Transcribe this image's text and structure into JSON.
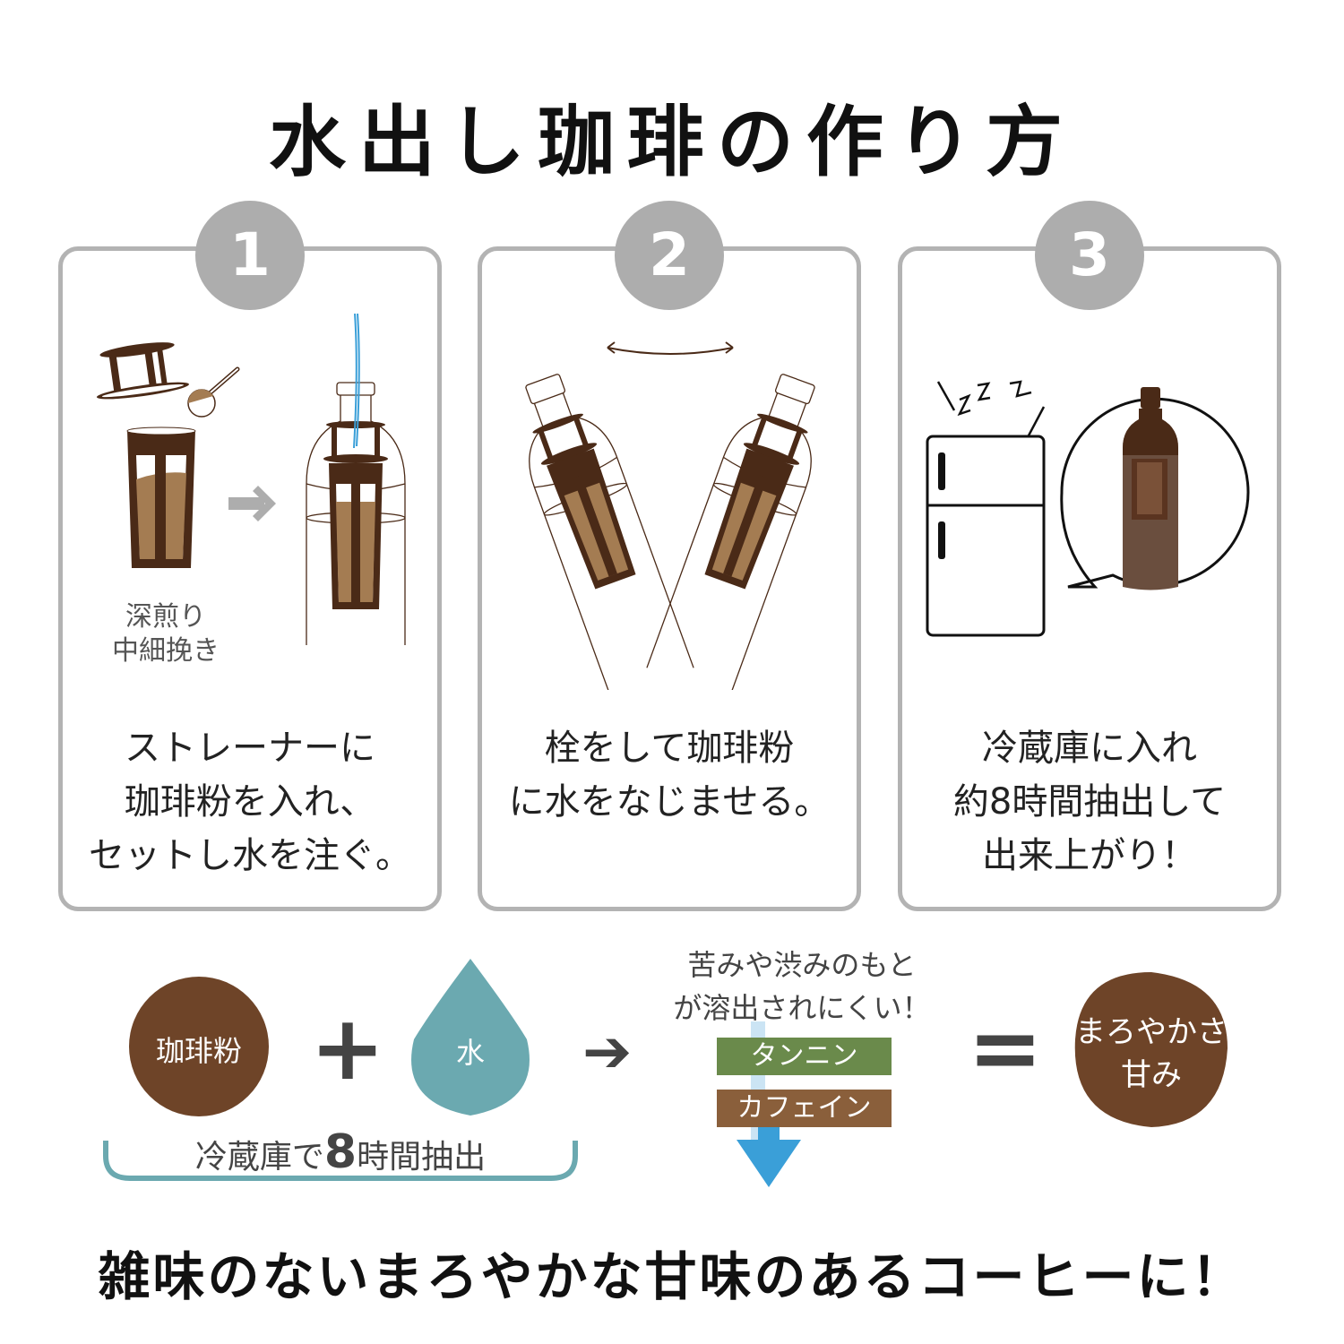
{
  "title": "水出し珈琲の作り方",
  "steps": [
    {
      "number": "1",
      "sub_label_line1": "深煎り",
      "sub_label_line2": "中細挽き",
      "caption_line1": "ストレーナーに",
      "caption_line2": "珈琲粉を入れ、",
      "caption_line3": "セットし水を注ぐ。"
    },
    {
      "number": "2",
      "caption_line1": "栓をして珈琲粉",
      "caption_line2": "に水をなじませる。"
    },
    {
      "number": "3",
      "caption_line1": "冷蔵庫に入れ",
      "caption_line2": "約8時間抽出して",
      "caption_line3": "出来上がり！"
    }
  ],
  "formula": {
    "coffee": "珈琲粉",
    "plus": "+",
    "water": "水",
    "arrow": "➔",
    "note_line1": "苦みや渋みのもと",
    "note_line2": "が溶出されにくい！",
    "tag_tannin": "タンニン",
    "tag_caffeine": "カフェイン",
    "equals": "=",
    "result_line1": "まろやかさ",
    "result_line2": "甘み",
    "extract_prefix": "冷蔵庫で",
    "extract_hours": "8",
    "extract_suffix": "時間抽出"
  },
  "footer": "雑味のないまろやかな甘味のあるコーヒーに！",
  "colors": {
    "panel_border": "#b3b3b3",
    "badge": "#adadad",
    "coffee_dark": "#4a2a17",
    "coffee_powder": "#a47c52",
    "coffee_blob": "#6e4428",
    "water_teal": "#6ba9b0",
    "tannin_green": "#6a8a4b",
    "caffeine_brown": "#8a5f3b",
    "arrow_blue": "#3a9fd8"
  }
}
